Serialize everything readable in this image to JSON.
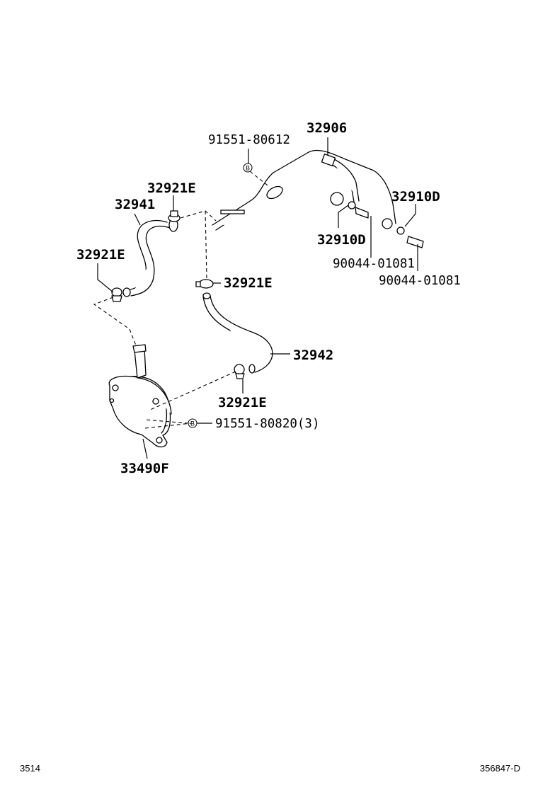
{
  "labels": {
    "p32906": "32906",
    "p91551_80612": "91551-80612",
    "p32921E_a": "32921E",
    "p32941": "32941",
    "p32921E_b": "32921E",
    "p32910D_a": "32910D",
    "p32910D_b": "32910D",
    "p90044_a": "90044-01081",
    "p90044_b": "90044-01081",
    "p32921E_c": "32921E",
    "p32942": "32942",
    "p32921E_d": "32921E",
    "p91551_80820": "91551-80820(3)",
    "p33490F": "33490F"
  },
  "bolt_marker": "B",
  "footer": {
    "left": "3514",
    "right": "356847-D"
  }
}
